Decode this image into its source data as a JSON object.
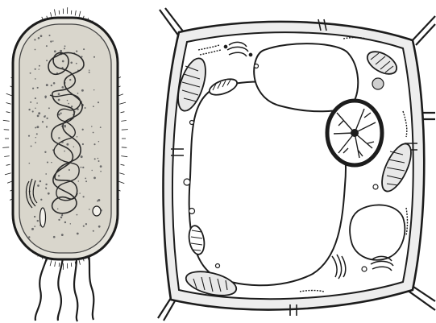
{
  "figure": {
    "panels": [
      {
        "id": "prokaryote",
        "cell_type": "rod-shaped bacterium",
        "flagella_count": 4
      },
      {
        "id": "plant",
        "cell_type": "plant cell"
      }
    ],
    "colors": {
      "ink": "#1c1c1c",
      "bacterium_fill": "#e4e2da",
      "bacterium_inner": "#d6d3c9",
      "wall_fill": "#ededed",
      "background": "#ffffff"
    }
  }
}
